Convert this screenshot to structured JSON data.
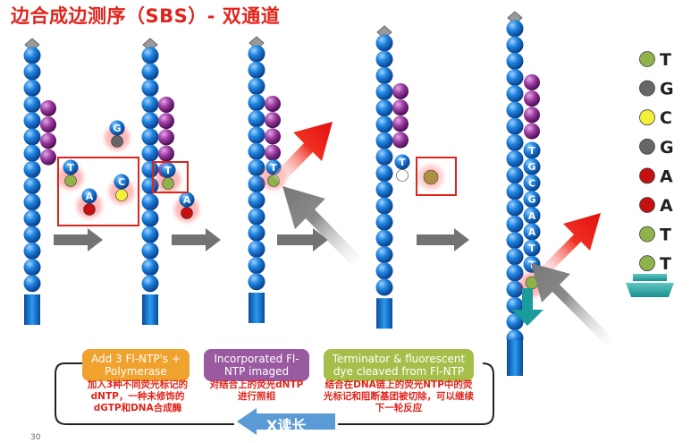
{
  "title": "边合成边测序（SBS）- 双通道",
  "legend": [
    {
      "letter": "T",
      "color": "#8fb24a"
    },
    {
      "letter": "G",
      "color": "#666666"
    },
    {
      "letter": "C",
      "color": "#f4ef3a"
    },
    {
      "letter": "G",
      "color": "#666666"
    },
    {
      "letter": "A",
      "color": "#c41010"
    },
    {
      "letter": "A",
      "color": "#c41010"
    },
    {
      "letter": "T",
      "color": "#8fb24a"
    },
    {
      "letter": "T",
      "color": "#8fb24a"
    }
  ],
  "free_nucleotides": [
    {
      "letter": "G",
      "color": "#666666"
    },
    {
      "letter": "T",
      "color": "#8fb24a"
    },
    {
      "letter": "C",
      "color": "#f4ef3a"
    },
    {
      "letter": "A",
      "color": "#c41010"
    }
  ],
  "panel2_label": "T",
  "panel2_free": "A",
  "panel3_label": "T",
  "panel4_label": "T",
  "panel5_seq": [
    "T",
    "G",
    "C",
    "G",
    "A",
    "A",
    "T",
    "T"
  ],
  "steps": [
    {
      "text": "Add 3 Fl-NTP's + Polymerase",
      "color": "#f0a22e"
    },
    {
      "text": "Incorporated Fl-NTP imaged",
      "color": "#9a5aa0"
    },
    {
      "text": "Terminator & fluorescent dye cleaved from Fl-NTP",
      "color": "#a6bf4b"
    }
  ],
  "notes": [
    "加入3种不同荧光标记的dNTP，一种未修饰的dGTP和DNA合成酶",
    "对结合上的荧光dNTP进行照相",
    "结合在DNA链上的荧光NTP中的荧光标记和阻断基团被切除，可以继续下一轮反应"
  ],
  "x_read_label": "X读长",
  "page_number": "30",
  "colors": {
    "strand": "#1a7fd8",
    "template": "#8a2f8f",
    "arrow_gray": "#7a7a7a",
    "box_red": "#e0241b"
  }
}
